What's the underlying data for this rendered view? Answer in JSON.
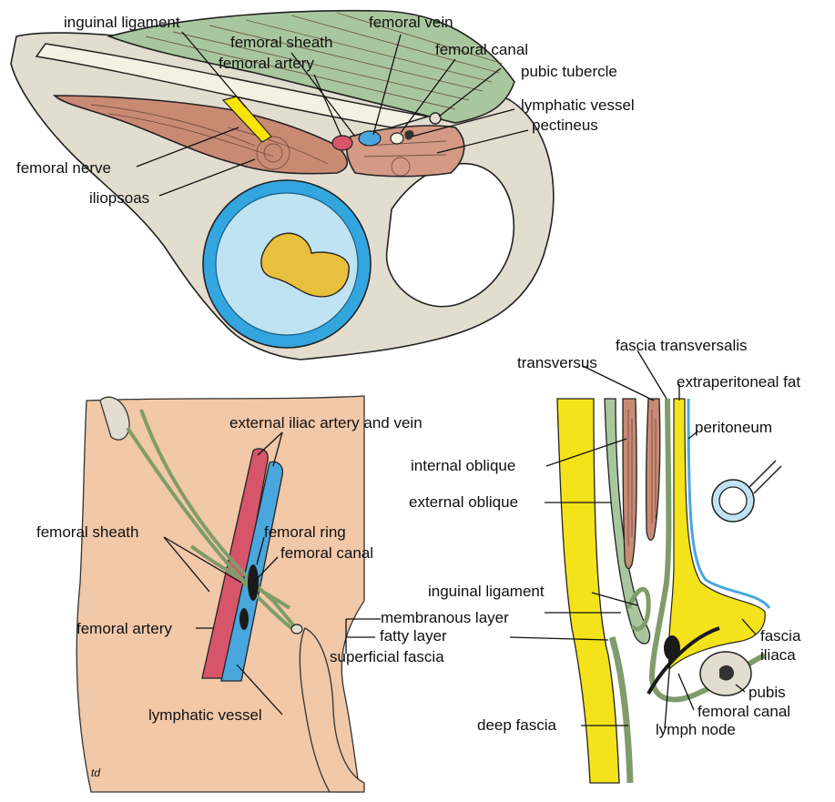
{
  "diagram": {
    "top_panel": {
      "labels": {
        "inguinal_ligament": "inguinal ligament",
        "femoral_sheath": "femoral sheath",
        "femoral_vein": "femoral vein",
        "femoral_canal": "femoral canal",
        "femoral_artery": "femoral artery",
        "pubic_tubercle": "pubic tubercle",
        "lymphatic_vessel": "lymphatic vessel",
        "pectineus": "pectineus",
        "femoral_nerve": "femoral nerve",
        "iliopsoas": "iliopsoas"
      }
    },
    "left_panel": {
      "labels": {
        "external_iliac": "external iliac artery and vein",
        "femoral_sheath": "femoral sheath",
        "femoral_ring": "femoral ring",
        "femoral_canal": "femoral canal",
        "femoral_artery": "femoral artery",
        "membranous_layer": "membranous layer",
        "fatty_layer": "fatty layer",
        "superficial_fascia": "superficial fascia",
        "lymphatic_vessel": "lymphatic vessel",
        "artist_initials": "td"
      }
    },
    "right_panel": {
      "labels": {
        "fascia_transversalis": "fascia transversalis",
        "transversus": "transversus",
        "extraperitoneal_fat": "extraperitoneal fat",
        "peritoneum": "peritoneum",
        "internal_oblique": "internal oblique",
        "external_oblique": "external oblique",
        "inguinal_ligament": "inguinal ligament",
        "fascia_iliaca_1": "fascia",
        "fascia_iliaca_2": "iliaca",
        "pubis": "pubis",
        "femoral_canal": "femoral canal",
        "lymph_node": "lymph node",
        "deep_fascia": "deep fascia"
      }
    },
    "colors": {
      "bone": "#e3ddd0",
      "muscle": "#c98a74",
      "muscle_green": "#a9c79e",
      "skin": "#f1c8a8",
      "artery": "#d6556b",
      "vein": "#49a7de",
      "nerve_yellow": "#f6e500",
      "fat": "#f4e21a",
      "sheath_green": "#7f9c6a",
      "fascia_blue": "#bfe3f2",
      "head_blue": "#33a6df",
      "fossa_gold": "#e8c03d"
    }
  }
}
